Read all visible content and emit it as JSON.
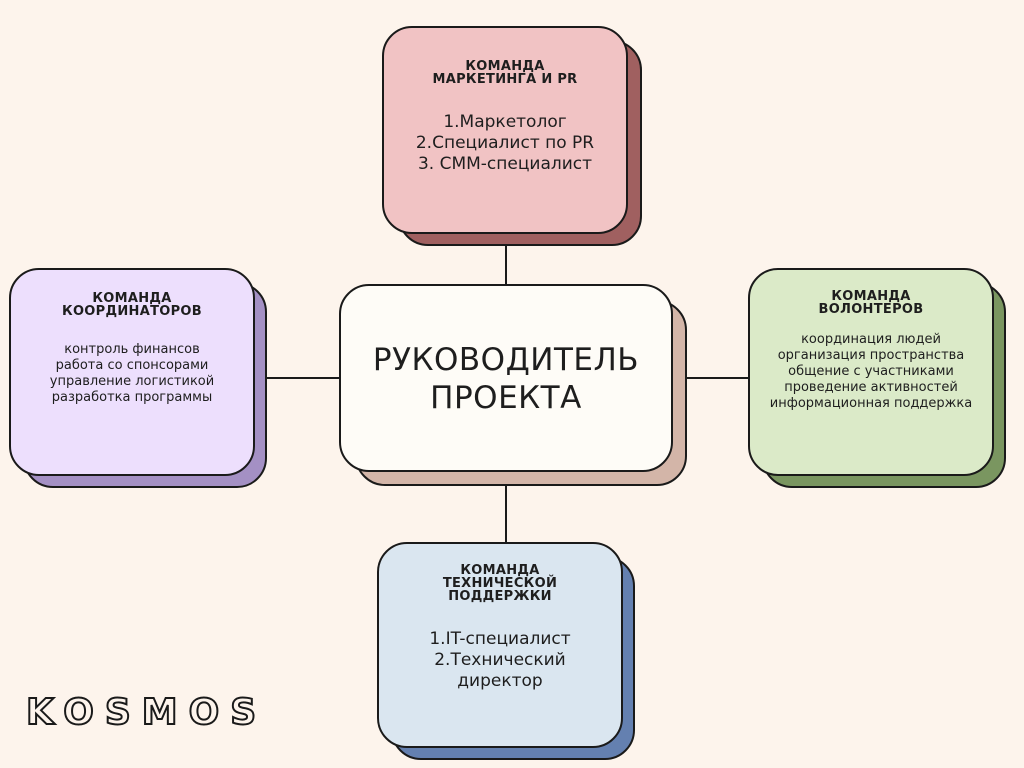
{
  "center": {
    "title": "РУКОВОДИТЕЛЬ\nПРОЕКТА",
    "color": "#fefcf7",
    "shadow_color": "#d3b5a8"
  },
  "teams": {
    "marketing": {
      "title": "КОМАНДА\nМАРКЕТИНГА И PR",
      "items": [
        "1.Маркетолог",
        "2.Специалист по PR",
        "3. СММ-специалист"
      ],
      "color": "#f1c3c4",
      "shadow_color": "#a06060"
    },
    "coordinators": {
      "title": "КОМАНДА\nКООРДИНАТОРОВ",
      "items": [
        "контроль финансов",
        "работа со спонсорами",
        "управление логистикой",
        "разработка программы"
      ],
      "color": "#eddffd",
      "shadow_color": "#a490c4"
    },
    "volunteers": {
      "title": "КОМАНДА\nВОЛОНТЕРОВ",
      "items": [
        "координация людей",
        "организация пространства",
        "общение с участниками",
        "проведение активностей",
        "информационная поддержка"
      ],
      "color": "#dbeac8",
      "shadow_color": "#7a9660"
    },
    "tech": {
      "title": "КОМАНДА\nТЕХНИЧЕСКОЙ\nПОДДЕРЖКИ",
      "items": [
        "1.IT-специалист",
        "2.Технический",
        "директор"
      ],
      "color": "#dae6f0",
      "shadow_color": "#6480b0"
    }
  },
  "logo": {
    "text": "KOSMOS"
  }
}
